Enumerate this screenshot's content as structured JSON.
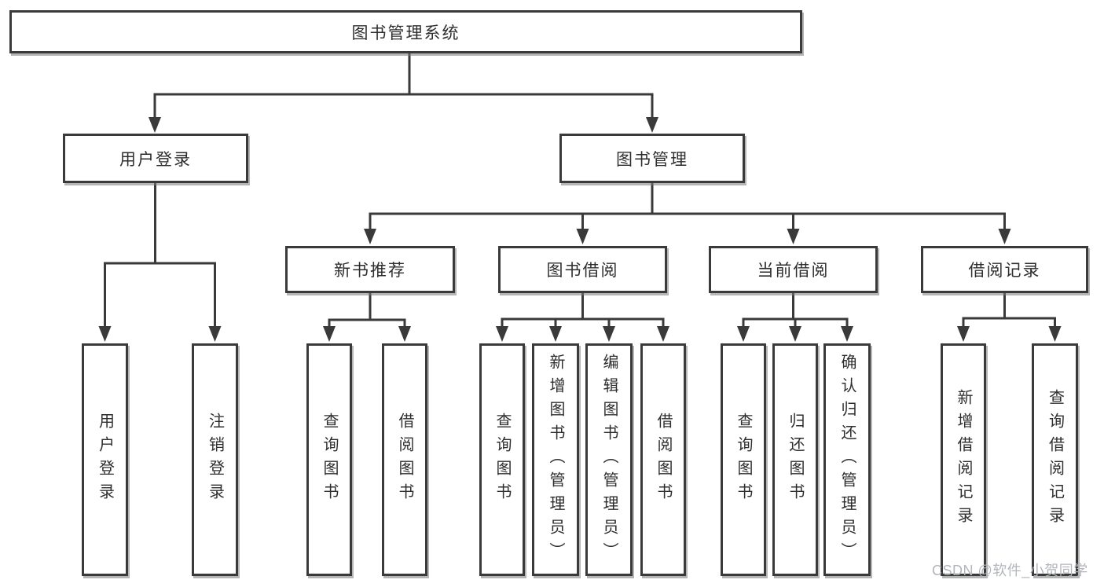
{
  "diagram": {
    "root": {
      "label": "图书管理系统"
    },
    "branches": [
      {
        "label": "用户登录",
        "children": [
          {
            "label": "用户登录"
          },
          {
            "label": "注销登录"
          }
        ]
      },
      {
        "label": "图书管理",
        "children": [
          {
            "label": "新书推荐",
            "children": [
              {
                "label": "查询图书"
              },
              {
                "label": "借阅图书"
              }
            ]
          },
          {
            "label": "图书借阅",
            "children": [
              {
                "label": "查询图书"
              },
              {
                "label": "新增图书（管理员）"
              },
              {
                "label": "编辑图书（管理员）"
              },
              {
                "label": "借阅图书"
              }
            ]
          },
          {
            "label": "当前借阅",
            "children": [
              {
                "label": "查询图书"
              },
              {
                "label": "归还图书"
              },
              {
                "label": "确认归还（管理员）"
              }
            ]
          },
          {
            "label": "借阅记录",
            "children": [
              {
                "label": "新增借阅记录"
              },
              {
                "label": "查询借阅记录"
              }
            ]
          }
        ]
      }
    ]
  },
  "colors": {
    "line": "#3a3a3a",
    "box_border": "#3a3a3a",
    "text": "#2e2e2e",
    "watermark": "#b3b5bc"
  },
  "watermark": {
    "text": "CSDN @软件_小贺同学"
  }
}
